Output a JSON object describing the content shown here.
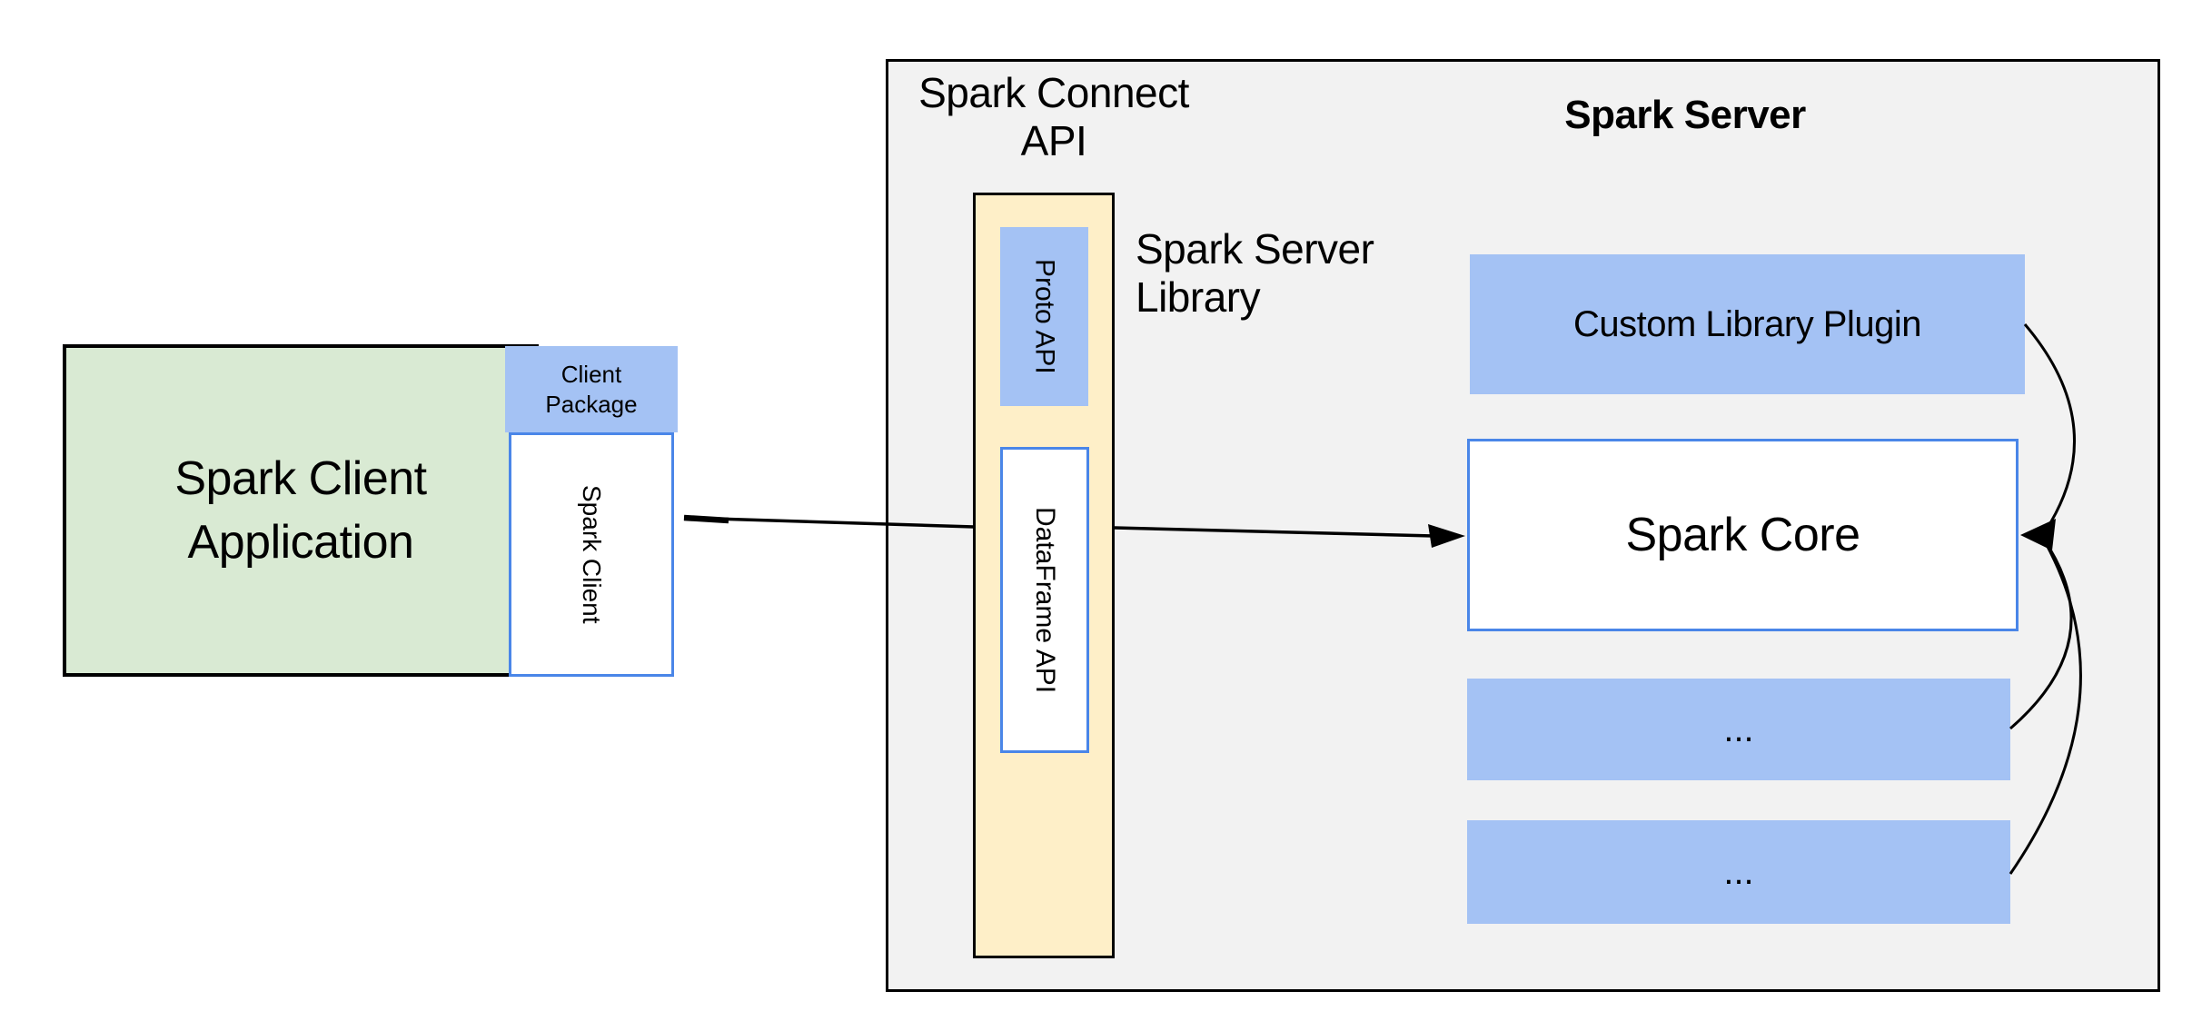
{
  "diagram": {
    "client": {
      "application_label_line1": "Spark Client",
      "application_label_line2": "Application",
      "package_label_line1": "Client",
      "package_label_line2": "Package",
      "spark_client_label": "Spark Client"
    },
    "connect": {
      "title_line1": "Spark Connect",
      "title_line2": "API",
      "proto_api_label": "Proto API",
      "dataframe_api_label": "DataFrame API",
      "server_library_label_line1": "Spark Server",
      "server_library_label_line2": "Library"
    },
    "server": {
      "title": "Spark Server",
      "custom_plugin_label": "Custom Library Plugin",
      "core_label": "Spark Core",
      "module_placeholder_1": "...",
      "module_placeholder_2": "..."
    },
    "colors": {
      "client_app_fill": "#d9ead3",
      "blue_fill": "#a4c2f4",
      "blue_border": "#4a86e8",
      "library_fill": "#feefc8",
      "container_fill": "#f2f2f2",
      "line_color": "#000000"
    }
  }
}
